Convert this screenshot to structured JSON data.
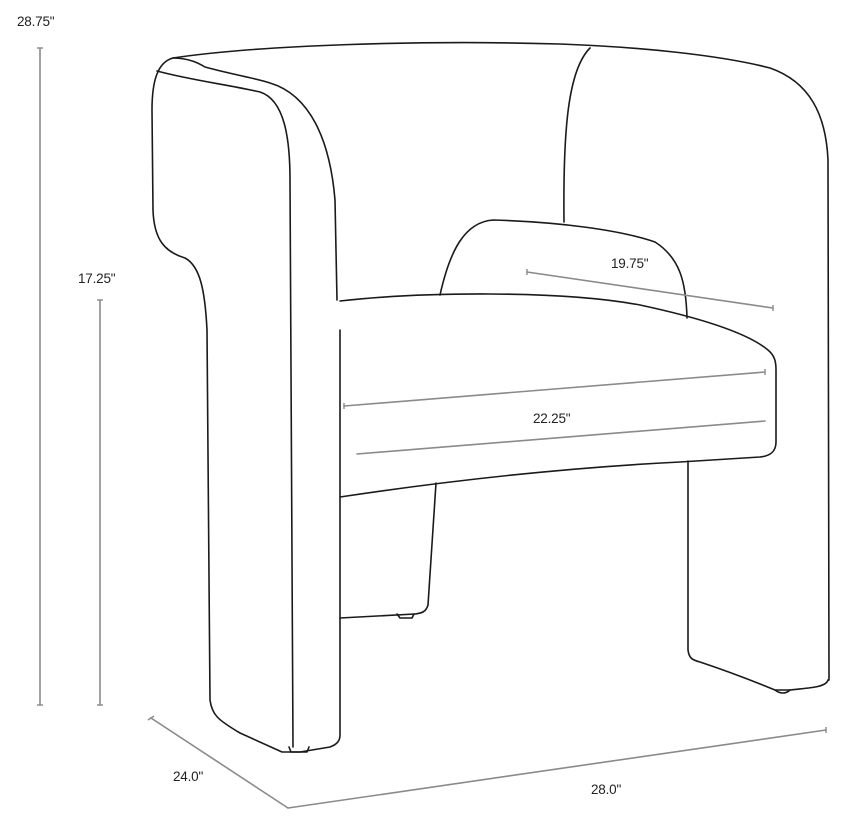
{
  "diagram": {
    "subject": "Upholstered armchair dimension drawing",
    "line_color": "#1a1a1a",
    "dimension_color": "#8a8a8a",
    "dimensions": {
      "overall_height": "28.75\"",
      "seat_height": "17.25\"",
      "seat_depth": "19.75\"",
      "seat_width": "22.25\"",
      "overall_depth": "24.0\"",
      "overall_width": "28.0\""
    }
  }
}
